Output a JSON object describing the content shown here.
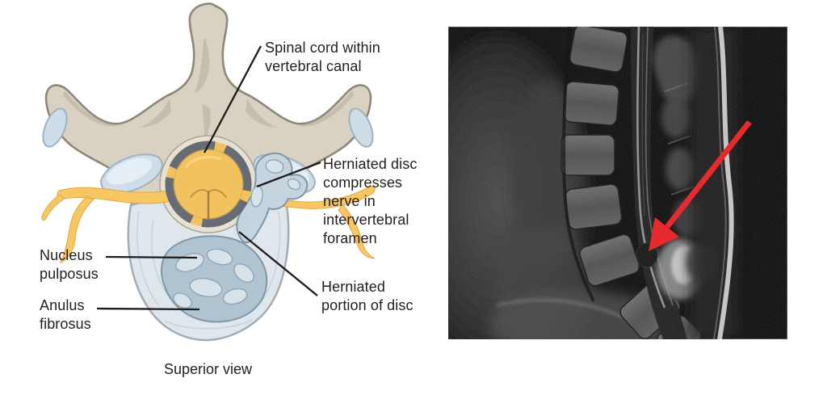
{
  "figure": {
    "caption": "Superior view",
    "labels": [
      {
        "id": "spinal-cord",
        "text": "Spinal cord within\nvertebral canal"
      },
      {
        "id": "herniated-disc",
        "text": "Herniated disc\ncompresses\nnerve in\nintervertebral\nforamen"
      },
      {
        "id": "nucleus-pulposus",
        "text": "Nucleus\npulposus"
      },
      {
        "id": "anulus-fibrosus",
        "text": "Anulus\nfibrosus"
      },
      {
        "id": "herniated-portion",
        "text": "Herniated\nportion of disc"
      }
    ],
    "colors": {
      "text": "#231f20",
      "leader": "#1f1b1c",
      "bone": "#d9d2c3",
      "bone_shadow": "#b9b19e",
      "bone_outline": "#8d887a",
      "cartilage": "#cfdde9",
      "cord": "#f2c25f",
      "nerve": "#f6c763",
      "dura": "#676b74",
      "disc": "#dfe7ed",
      "disc_outline": "#a2adb5",
      "nucleus": "#b0c3d1",
      "nucleus_outline": "#7f97a9",
      "herniation": "#c5d4de",
      "arrow": "#e72a2e"
    }
  }
}
